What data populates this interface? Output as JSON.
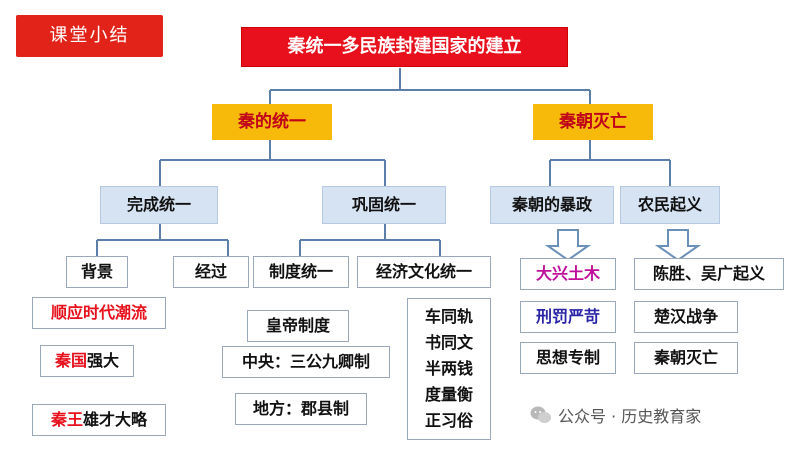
{
  "tag": "课堂小结",
  "main_title": "秦统一多民族封建国家的建立",
  "branches": {
    "unify": "秦的统一",
    "fall": "秦朝灭亡"
  },
  "unify": {
    "complete": "完成统一",
    "consolidate": "巩固统一",
    "background": "背景",
    "process": "经过",
    "bg_items": {
      "a": "顺应时代潮流",
      "b_red": "秦国",
      "b_rest": "强大",
      "c_red": "秦王",
      "c_rest": "雄才大略"
    },
    "system": "制度统一",
    "economy": "经济文化统一",
    "system_items": [
      "皇帝制度",
      "中央：三公九卿制",
      "地方：郡县制"
    ],
    "economy_items": [
      "车同轨",
      "书同文",
      "半两钱",
      "度量衡",
      "正习俗"
    ]
  },
  "fall": {
    "tyranny": "秦朝的暴政",
    "uprising": "农民起义",
    "tyranny_items": [
      "大兴土木",
      "刑罚严苛",
      "思想专制"
    ],
    "uprising_items": [
      "陈胜、吴广起义",
      "楚汉战争",
      "秦朝灭亡"
    ]
  },
  "watermark": "公众号 · 历史教育家",
  "colors": {
    "red": "#e8101c",
    "gold": "#f7b90a",
    "blue": "#d6e3f3",
    "purple": "#c0109b",
    "navy": "#2a25a6"
  }
}
